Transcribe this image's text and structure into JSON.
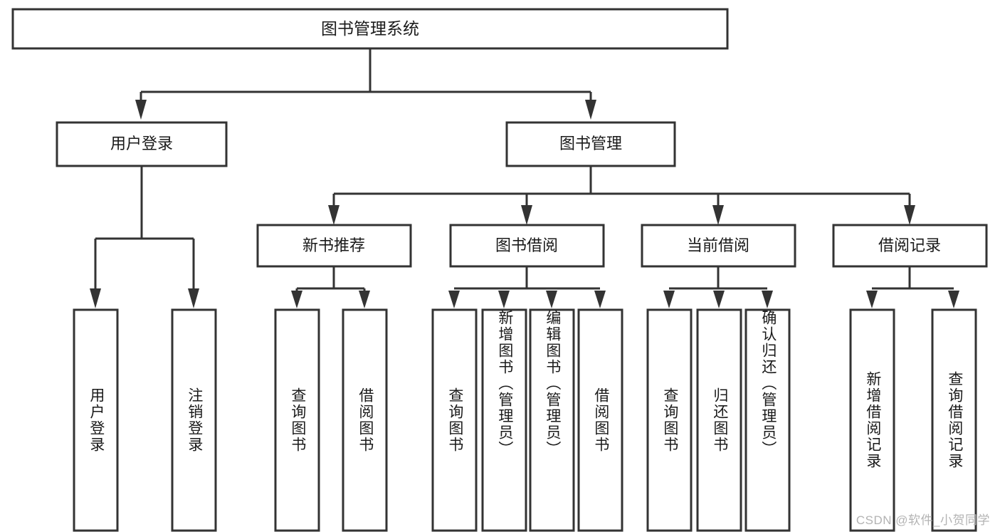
{
  "diagram": {
    "title": "图书管理系统",
    "type": "tree",
    "orientation": "top-down",
    "watermark": "CSDN @软件_小贺同学",
    "colors": {
      "box_fill": "#ffffff",
      "box_stroke": "#333333",
      "text": "#1a1a1a",
      "background": "#ffffff",
      "watermark": "#b3b3b3"
    },
    "levels": {
      "level1": [
        {
          "id": "root",
          "label": "图书管理系统"
        }
      ],
      "level2": [
        {
          "id": "user-login",
          "label": "用户登录",
          "parent": "root"
        },
        {
          "id": "book-manage",
          "label": "图书管理",
          "parent": "root"
        }
      ],
      "level3": [
        {
          "id": "new-book-rec",
          "label": "新书推荐",
          "parent": "book-manage"
        },
        {
          "id": "book-borrow",
          "label": "图书借阅",
          "parent": "book-manage"
        },
        {
          "id": "current-borrow",
          "label": "当前借阅",
          "parent": "book-manage"
        },
        {
          "id": "borrow-record",
          "label": "借阅记录",
          "parent": "book-manage"
        }
      ],
      "level4": [
        {
          "id": "leaf-user-login",
          "label": "用户登录",
          "parent": "user-login"
        },
        {
          "id": "leaf-logout",
          "label": "注销登录",
          "parent": "user-login"
        },
        {
          "id": "leaf-query-book-1",
          "label": "查询图书",
          "parent": "new-book-rec"
        },
        {
          "id": "leaf-borrow-book-1",
          "label": "借阅图书",
          "parent": "new-book-rec"
        },
        {
          "id": "leaf-query-book-2",
          "label": "查询图书",
          "parent": "book-borrow"
        },
        {
          "id": "leaf-add-book",
          "label": "新增图书（管理员）",
          "parent": "book-borrow"
        },
        {
          "id": "leaf-edit-book",
          "label": "编辑图书（管理员）",
          "parent": "book-borrow"
        },
        {
          "id": "leaf-borrow-book-2",
          "label": "借阅图书",
          "parent": "book-borrow"
        },
        {
          "id": "leaf-query-book-3",
          "label": "查询图书",
          "parent": "current-borrow"
        },
        {
          "id": "leaf-return-book",
          "label": "归还图书",
          "parent": "current-borrow"
        },
        {
          "id": "leaf-confirm-return",
          "label": "确认归还（管理员）",
          "parent": "current-borrow"
        },
        {
          "id": "leaf-add-record",
          "label": "新增借阅记录",
          "parent": "borrow-record"
        },
        {
          "id": "leaf-query-record",
          "label": "查询借阅记录",
          "parent": "borrow-record"
        }
      ]
    }
  }
}
